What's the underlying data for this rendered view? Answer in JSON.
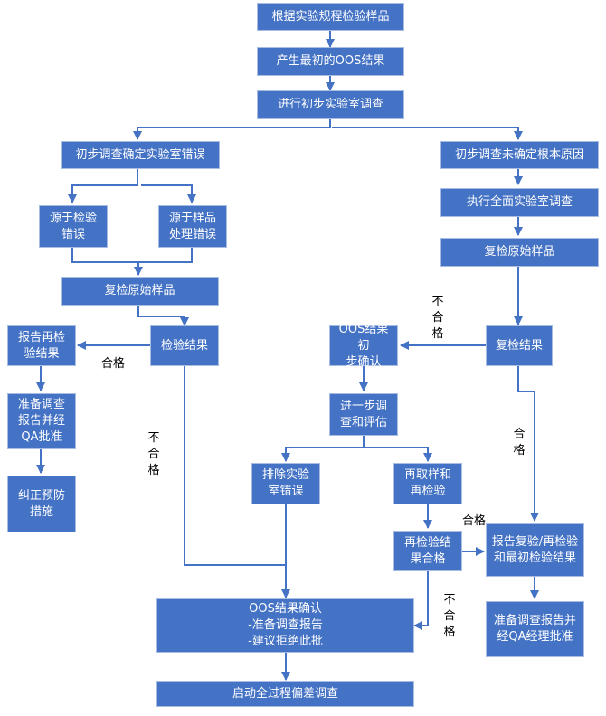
{
  "title": "OOS调查流程图",
  "colors": {
    "box_fill": "#4472C4",
    "box_border": "#A9BCE3",
    "connector": "#4472C4",
    "text": "#FFFFFF",
    "label_text": "#000000"
  },
  "nodes": {
    "n1": "根据实验规程检验样品",
    "n2": "产生最初的OOS结果",
    "n3": "进行初步实验室调查",
    "n4": "初步调查确定实验室错误",
    "n5": "初步调查未确定根本原因",
    "n6": "源于检验\n错误",
    "n7": "源于样品\n处理错误",
    "n8": "执行全面实验室调查",
    "n9": "复检原始样品",
    "n10": "复检原始样品",
    "n11": "报告再检\n验结果",
    "n12": "检验结果",
    "n13": "OOS结果初\n步确认",
    "n14": "复检结果",
    "n15": "准备调查\n报告并经\nQA批准",
    "n16": "进一步调\n查和评估",
    "n17": "纠正预防\n措施",
    "n18": "排除实验\n室错误",
    "n19": "再取样和\n再检验",
    "n20": "再检验结\n果合格",
    "n21": "报告复验/再检验\n和最初检验结果",
    "n22": "OOS结果确认\n-准备调查报告\n-建议拒绝此批",
    "n23": "准备调查报告并\n经QA经理批准",
    "n24": "启动全过程偏差调查"
  },
  "labels": {
    "pass_left": "合格",
    "fail_middle": "不\n合\n格",
    "fail_retest": "不\n合\n格",
    "pass_right": "合\n格",
    "pass_retest": "合格",
    "fail_bottom": "不\n合\n格"
  }
}
